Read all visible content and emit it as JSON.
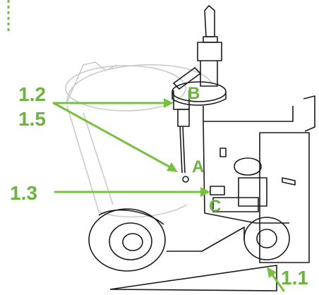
{
  "labels": {
    "l_1_2": "1.2",
    "l_1_5": "1.5",
    "l_1_3": "1.3",
    "l_1_1": "1.1",
    "l_a": "A",
    "l_b": "B",
    "l_c": "C"
  },
  "colors": {
    "callout_green": "#78c042",
    "label_green": "#6cb33f",
    "ghost_line": "#c8c8c8",
    "line_art": "#1a1a1a"
  },
  "icons": {
    "machine": "mixer-cart-line-art",
    "ramp": "ramp-wedge"
  }
}
